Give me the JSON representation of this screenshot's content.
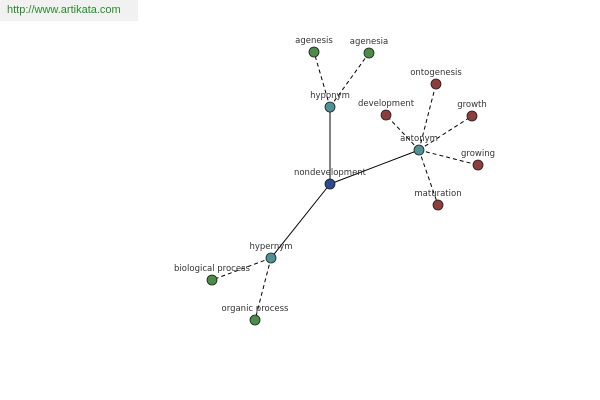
{
  "source_url": "http://www.artikata.com",
  "colors": {
    "center": "#2c4c92",
    "relation": "#4f9296",
    "synonym_group": "#4b8c46",
    "antonym_group": "#8e3d3d",
    "solid_edge": "#000000",
    "dashed_edge": "#000000"
  },
  "graph": {
    "center": {
      "id": "nondevelopment",
      "label": "nondevelopment"
    },
    "relations": [
      {
        "id": "hyponym",
        "label": "hyponym",
        "terms": [
          "agenesis",
          "agenesia"
        ]
      },
      {
        "id": "antonym",
        "label": "antonym",
        "terms": [
          "ontogenesis",
          "development",
          "growth",
          "growing",
          "maturation"
        ]
      },
      {
        "id": "hypernym",
        "label": "hypernym",
        "terms": [
          "biological process",
          "organic process"
        ]
      }
    ]
  }
}
